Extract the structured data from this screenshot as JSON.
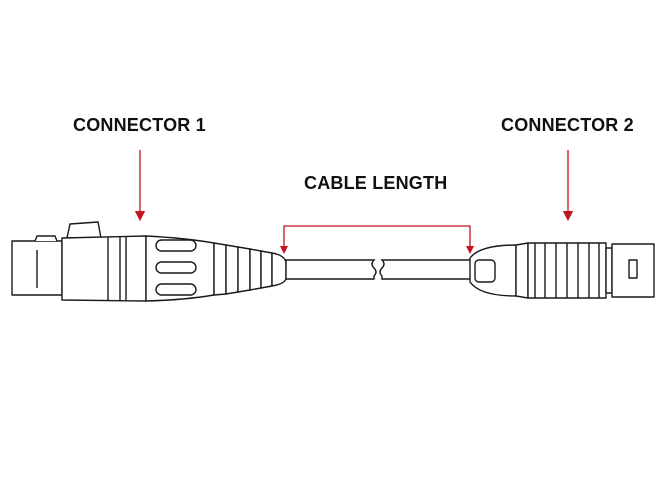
{
  "labels": {
    "connector_1": "CONNECTOR 1",
    "connector_2": "CONNECTOR 2",
    "cable_length": "CABLE LENGTH"
  },
  "colors": {
    "annotation": "#c0171c",
    "outline": "#1a1a1a",
    "fill": "#ffffff"
  },
  "icons": {
    "left_connector": "xlr-female-connector-icon",
    "right_connector": "push-pull-circular-connector-icon"
  }
}
